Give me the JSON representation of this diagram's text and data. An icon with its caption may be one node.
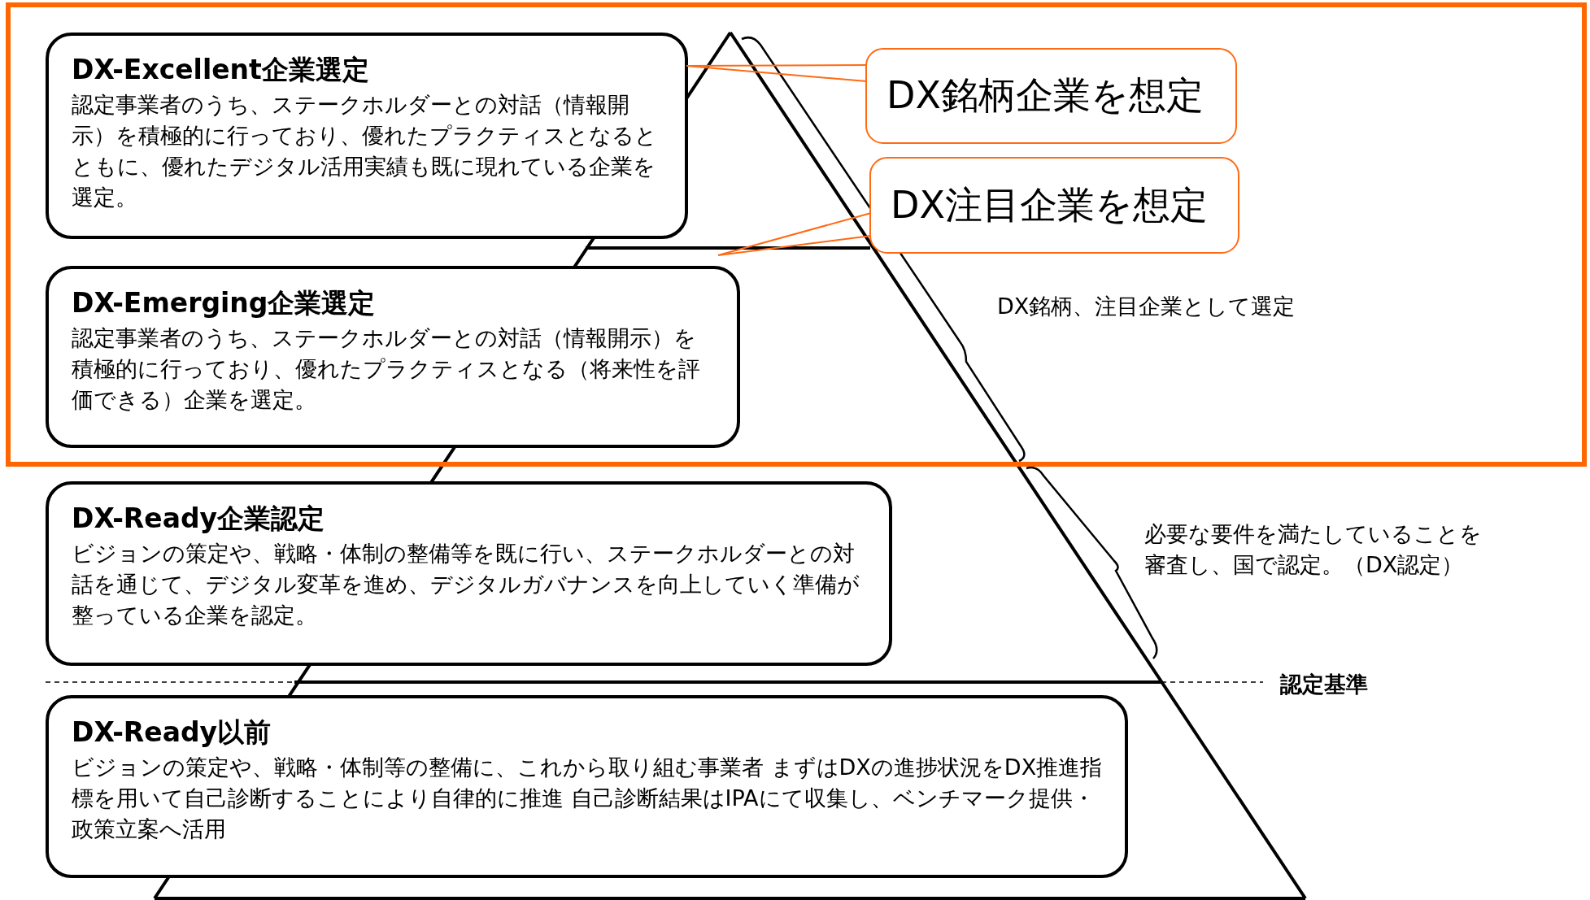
{
  "diagram": {
    "nodes": [
      {
        "text": [
          "DX-Excellent企業選定",
          "認定事業者のうち、ステークホルダーとの対話（情報開示）を積極的に行っており、優れたプラクティスとなるとともに、優れたデジタル活用実績も既に現れている企業を選定。"
        ]
      },
      {
        "text": [
          "DX-Emerging企業選定",
          "認定事業者のうち、ステークホルダーとの対話（情報開示）を積極的に行っており、優れたプラクティスとなる（将来性を評価できる）企業を選定。"
        ]
      },
      {
        "text": [
          "DX-Ready企業認定",
          "ビジョンの策定や、戦略・体制の整備等を既に行い、ステークホルダーとの対話を通じて、デジタル変革を進め、デジタルガバナンスを向上していく準備が整っている企業を認定。"
        ]
      },
      {
        "text": [
          "DX-Ready以前",
          "ビジョンの策定や、戦略・体制等の整備に、これから取り組む事業者 まずはDXの進捗状況をDX推進指標を用いて自己診断することにより自律的に推進 自己診断結果はIPAにて収集し、ベンチマーク提供・政策立案へ活用"
        ]
      },
      {
        "text": [
          "DX銘柄企業を想定"
        ]
      },
      {
        "text": [
          "DX注目企業を想定"
        ]
      }
    ],
    "edges": [
      {
        "from": 4,
        "to": null,
        "arrow": "none",
        "color": "#ff6a13"
      },
      {
        "from": 5,
        "to": null,
        "arrow": "none",
        "color": "#ff6a13"
      }
    ],
    "labels": [
      "DX銘柄、注目企業として選定",
      "必要な要件を満たしていることを審査し、国で認定。（DX認定）",
      "認定基準"
    ]
  }
}
